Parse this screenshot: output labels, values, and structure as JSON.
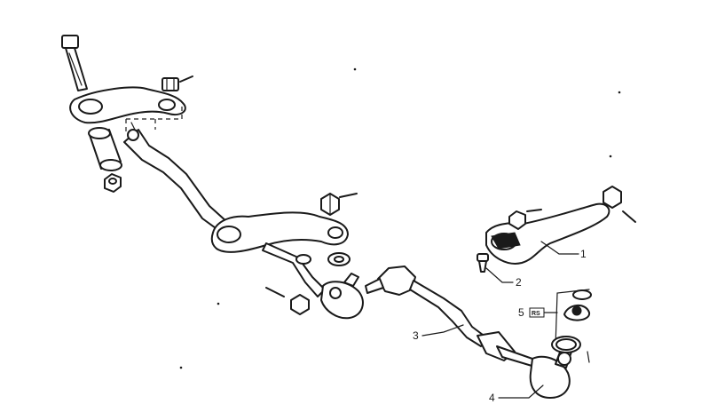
{
  "callouts": [
    {
      "id": "1",
      "label": "1"
    },
    {
      "id": "2",
      "label": "2"
    },
    {
      "id": "3",
      "label": "3"
    },
    {
      "id": "4",
      "label": "4"
    },
    {
      "id": "5",
      "label": "5"
    }
  ],
  "badge": {
    "label": "RS"
  }
}
